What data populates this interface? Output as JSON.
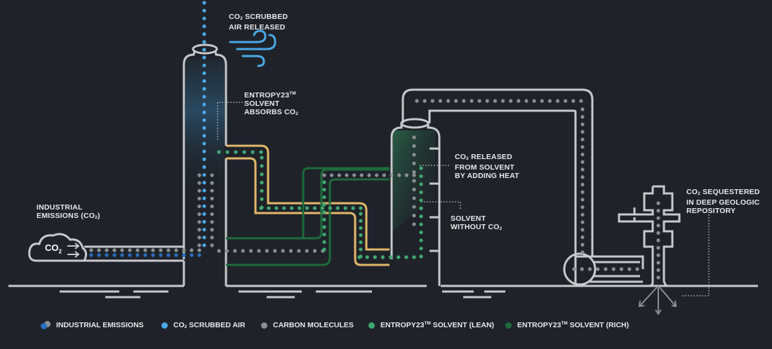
{
  "labels": {
    "scrubbed_air_released": {
      "main": "CO",
      "sub": "2",
      "rest": " SCRUBBED",
      "line2": "AIR RELEASED"
    },
    "solvent_absorbs": {
      "line1": "ENTROPY23",
      "tm": "TM",
      "line2": "SOLVENT",
      "line3": "ABSORBS CO",
      "sub": "2"
    },
    "co2_released": {
      "line1a": "CO",
      "sub": "2",
      "line1b": " RELEASED",
      "line2": "FROM SOLVENT",
      "line3": "BY ADDING HEAT"
    },
    "solvent_without": {
      "line1": "SOLVENT",
      "line2a": "WITHOUT CO",
      "sub": "2"
    },
    "industrial_emissions": {
      "line1": "INDUSTRIAL",
      "line2a": "EMISSIONS (CO",
      "sub": "2",
      "line2b": ")"
    },
    "sequestered": {
      "line1a": "CO",
      "sub": "2",
      "line1b": " SEQUESTERED",
      "line2": "IN DEEP GEOLOGIC",
      "line3": "REPOSITORY"
    },
    "cloud": {
      "main": "CO",
      "sub": "2"
    }
  },
  "legend": [
    {
      "key": "industrial",
      "text": "INDUSTRIAL EMISSIONS",
      "sub": "",
      "tail": "",
      "colors": [
        "#2a6fc0",
        "#8a8f96"
      ]
    },
    {
      "key": "scrubbed",
      "text": "CO",
      "sub": "2",
      "tail": " SCRUBBED AIR",
      "colors": [
        "#4aa8e8"
      ]
    },
    {
      "key": "carbon",
      "text": "CARBON MOLECULES",
      "sub": "",
      "tail": "",
      "colors": [
        "#8a8f96"
      ]
    },
    {
      "key": "lean",
      "text": "ENTROPY23",
      "sup": "TM",
      "tail": " SOLVENT (LEAN)",
      "colors": [
        "#3faa72"
      ]
    },
    {
      "key": "rich",
      "text": "ENTROPY23",
      "sup": "TM",
      "tail": " SOLVENT (RICH)",
      "colors": [
        "#1e6b3c"
      ]
    }
  ],
  "colors": {
    "background": "#1f2329",
    "structure": "#c7c9cc",
    "scrubbed_air": "#4aa8e8",
    "industrial": "#2a6fc0",
    "carbon": "#8a8f96",
    "lean": "#3faa72",
    "rich": "#1e6b3c",
    "lean_pipe": "#e3b86a"
  }
}
